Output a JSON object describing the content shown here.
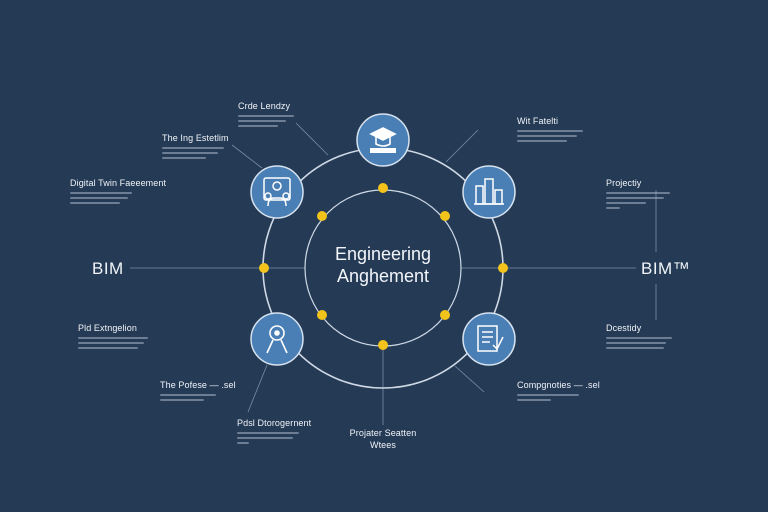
{
  "center": {
    "line1": "Engineering",
    "line2": "Anghement"
  },
  "side_labels": {
    "left": "BIM",
    "right": "BIM™"
  },
  "nodes": [
    {
      "label": "Crde Lendzy",
      "icon": "graduation-cap-icon"
    },
    {
      "label": "Wit Fatelti",
      "icon": "city-buildings-icon"
    },
    {
      "label": "Dcestidy",
      "icon": "document-check-icon"
    },
    {
      "label": "Projater Seatten Wtees",
      "icon": ""
    },
    {
      "label": "Pld Extngelion",
      "icon": "compass-pen-icon"
    },
    {
      "label": "The Ing Estetlim",
      "icon": "team-people-icon"
    }
  ],
  "labels": {
    "crde": "Crde Lendzy",
    "theing": "The Ing Estetlim",
    "digital": "Digital Twin Faeeement",
    "wit": "Wit Fatelti",
    "projectiy": "Projectiy",
    "pld": "Pld Extngelion",
    "dcestidy": "Dcestidy",
    "thepofese": "The Pofese — .sel",
    "pdsl": "Pdsl Dtorogernent",
    "projater1": "Projater Seatten",
    "projater2": "Wtees",
    "compgnoties": "Compgnoties — .sel"
  },
  "colors": {
    "background": "#243a55",
    "node_fill": "#4a7fb5",
    "ring": "#cfd9e6",
    "dot": "#f2c31a"
  }
}
